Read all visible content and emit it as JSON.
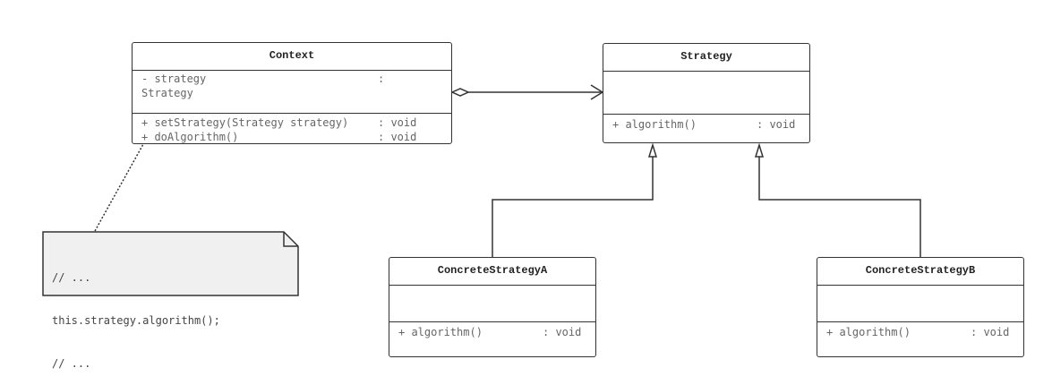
{
  "diagram": {
    "type": "uml-class-diagram",
    "colors": {
      "line": "#333333",
      "text": "#666666",
      "title": "#222222",
      "note_fill": "#f0f0f0"
    },
    "classes": {
      "context": {
        "name": "Context",
        "attributes": [
          {
            "sig": "- strategy",
            "type": ":",
            "type_cont": "Strategy"
          }
        ],
        "operations": [
          {
            "sig": "+ setStrategy(Strategy strategy)",
            "type": ": void"
          },
          {
            "sig": "+ doAlgorithm()",
            "type": ": void"
          }
        ]
      },
      "strategy": {
        "name": "Strategy",
        "attributes": [],
        "operations": [
          {
            "sig": "+ algorithm()",
            "type": ": void"
          }
        ]
      },
      "concrete_a": {
        "name": "ConcreteStrategyA",
        "attributes": [],
        "operations": [
          {
            "sig": "+ algorithm()",
            "type": ": void"
          }
        ]
      },
      "concrete_b": {
        "name": "ConcreteStrategyB",
        "attributes": [],
        "operations": [
          {
            "sig": "+ algorithm()",
            "type": ": void"
          }
        ]
      }
    },
    "note": {
      "lines": [
        "// ...",
        "this.strategy.algorithm();",
        "// ..."
      ]
    },
    "relations": [
      {
        "kind": "aggregation",
        "from": "Context",
        "to": "Strategy"
      },
      {
        "kind": "generalization",
        "from": "ConcreteStrategyA",
        "to": "Strategy"
      },
      {
        "kind": "generalization",
        "from": "ConcreteStrategyB",
        "to": "Strategy"
      },
      {
        "kind": "note-link",
        "from": "note",
        "to": "Context"
      }
    ]
  }
}
